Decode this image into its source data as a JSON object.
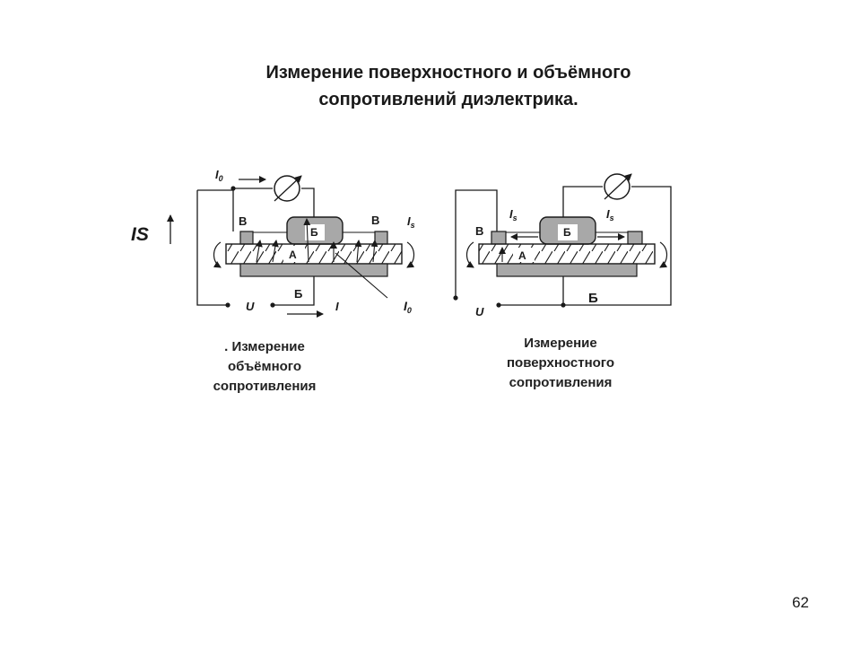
{
  "title": {
    "line1": "Измерение поверхностного и объёмного",
    "line2": "сопротивлений диэлектрика."
  },
  "left_diagram": {
    "caption": [
      ". Измерение",
      "объёмного",
      "сопротивления"
    ],
    "labels": {
      "i0_top": "I",
      "i0_top_sub": "0",
      "is_big": "IS",
      "v_left": "В",
      "v_right": "В",
      "b_top": "Б",
      "is_right": "I",
      "is_right_sub": "s",
      "a": "А",
      "b_bottom": "Б",
      "u": "U",
      "i": "I",
      "i0_bottom": "I",
      "i0_bottom_sub": "0"
    }
  },
  "right_diagram": {
    "caption": [
      "Измерение",
      "поверхностного",
      "сопротивления"
    ],
    "labels": {
      "v": "В",
      "is_left": "I",
      "is_left_sub": "s",
      "b_top": "Б",
      "is_right": "I",
      "is_right_sub": "s",
      "a": "А",
      "b_bottom": "Б",
      "u": "U"
    }
  },
  "page_number": "62",
  "colors": {
    "electrode": "#a8a8a8",
    "line": "#1a1a1a"
  }
}
